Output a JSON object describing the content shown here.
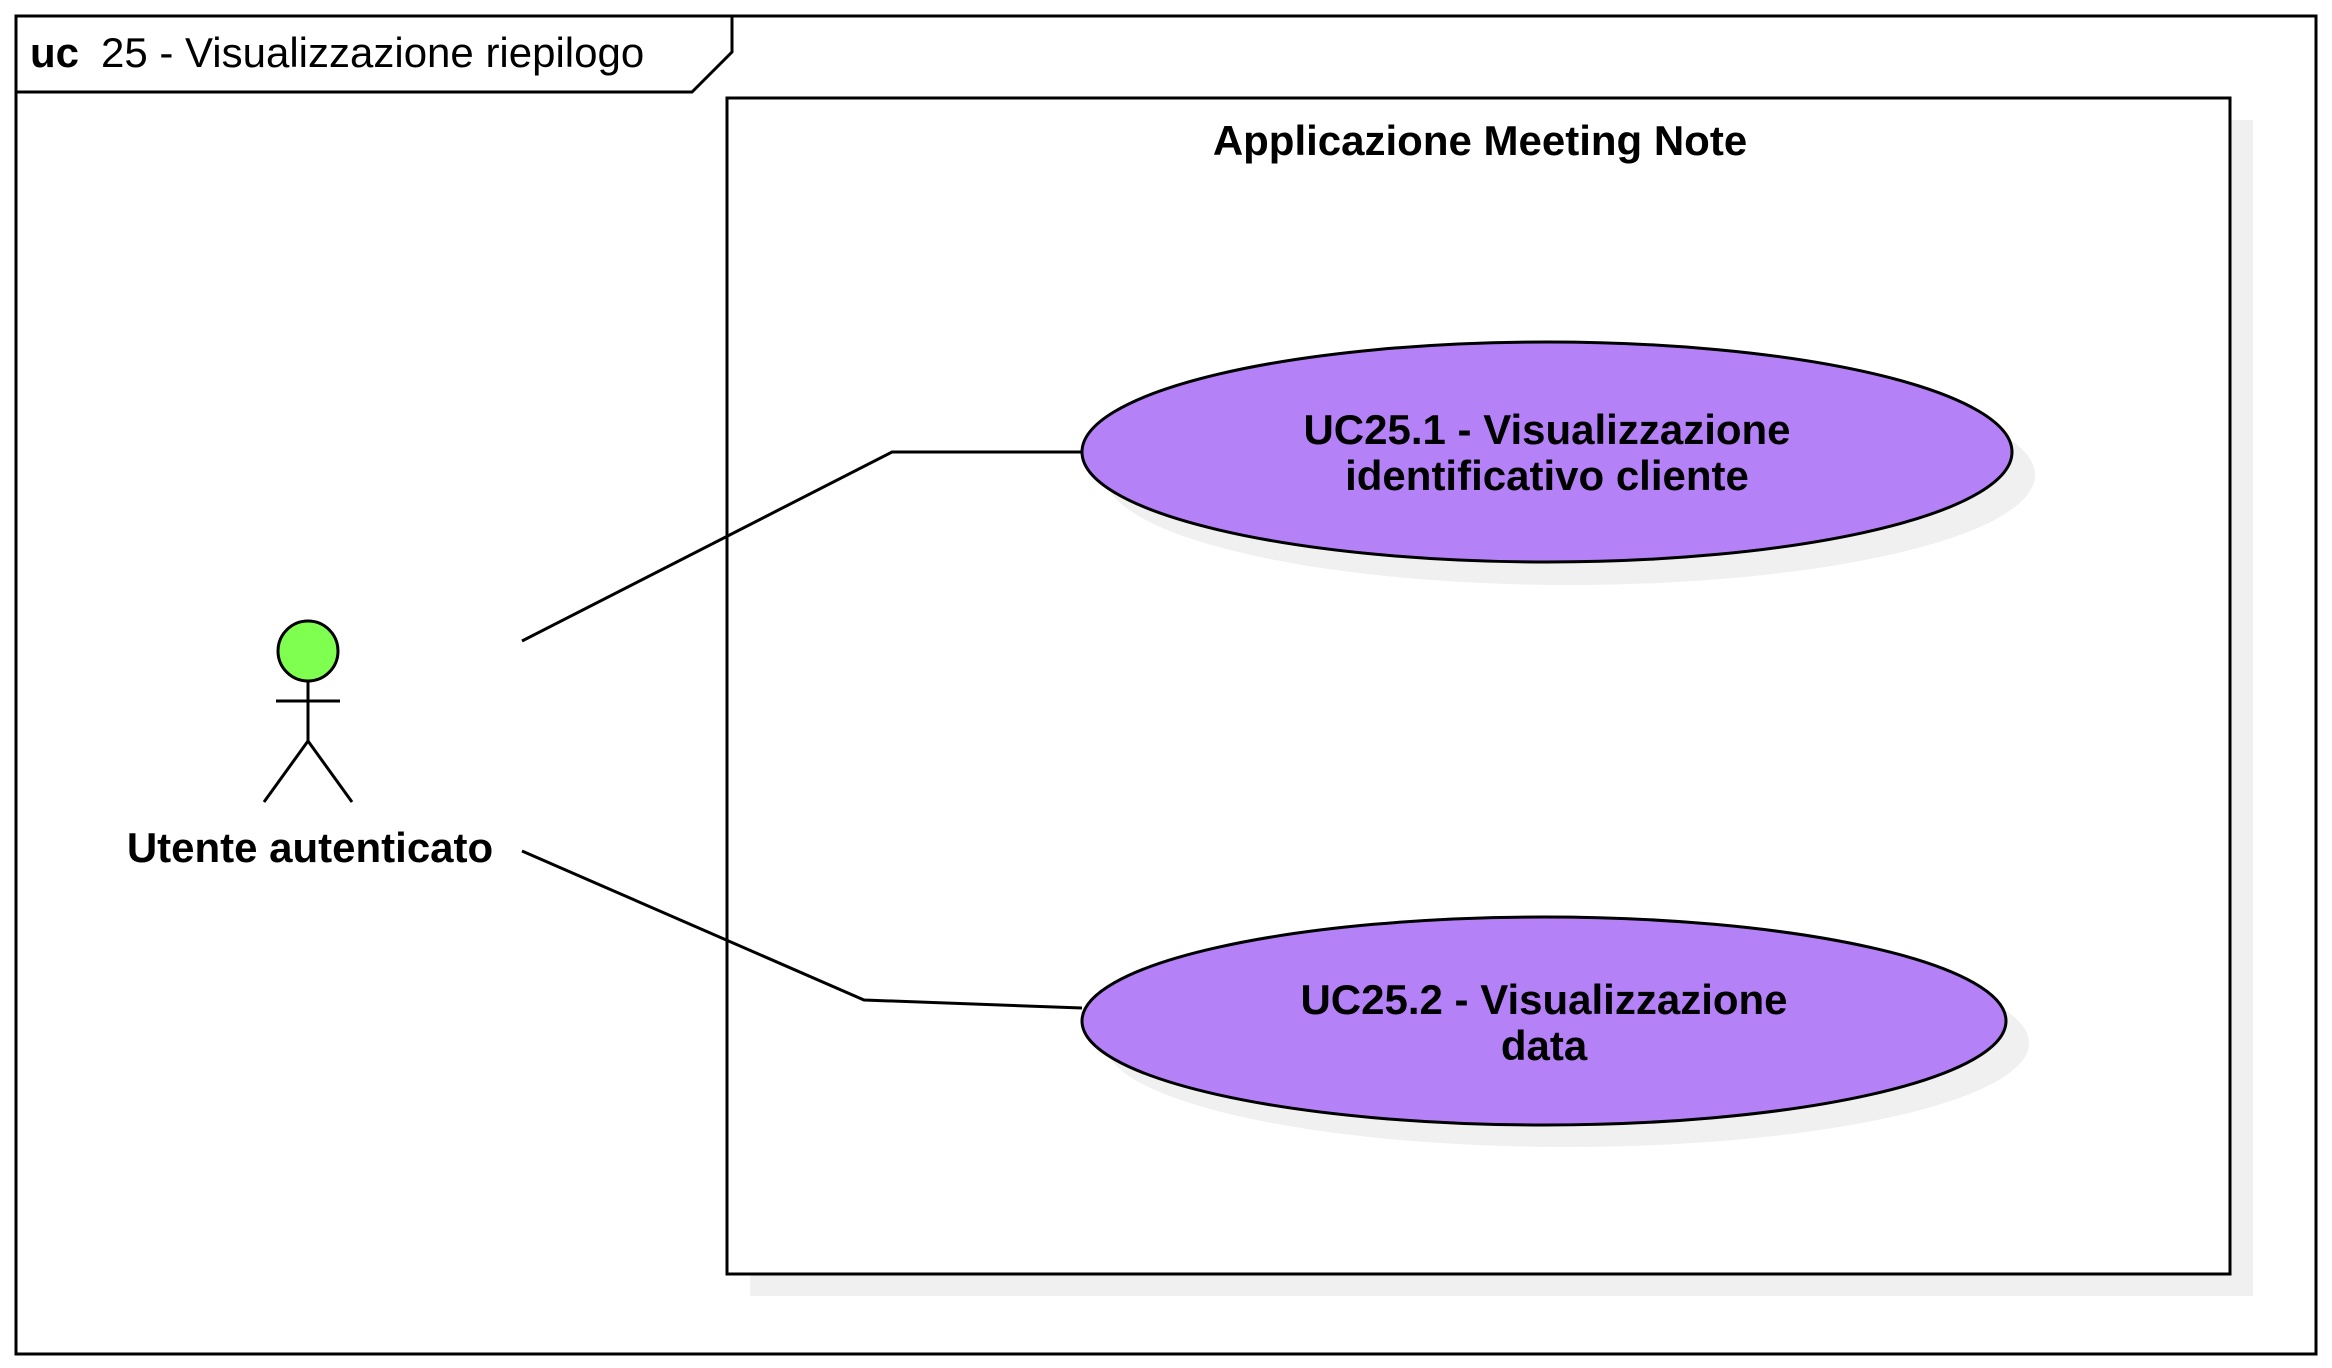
{
  "frame": {
    "keyword": "uc",
    "title": "25 - Visualizzazione riepilogo"
  },
  "system": {
    "title": "Applicazione Meeting Note"
  },
  "actor": {
    "name": "Utente autenticato",
    "head_color": "#7FFF4F"
  },
  "use_cases": [
    {
      "line1": "UC25.1 - Visualizzazione",
      "line2": "identificativo cliente",
      "fill": "#B581F7"
    },
    {
      "line1": "UC25.2 - Visualizzazione",
      "line2": "data",
      "fill": "#B581F7"
    }
  ],
  "colors": {
    "shadow": "#F0F0F0",
    "stroke": "#000000",
    "background": "#FFFFFF"
  }
}
